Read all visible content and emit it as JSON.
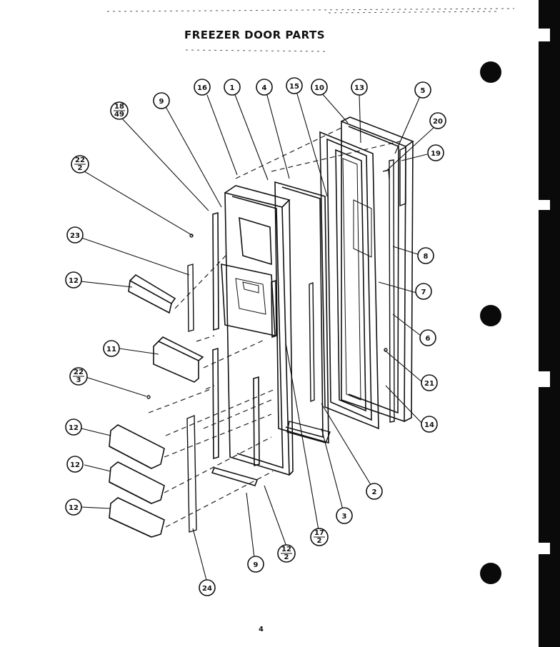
{
  "title": "FREEZER DOOR PARTS",
  "page_number": "4",
  "callouts": [
    {
      "id": "c16",
      "top": "16",
      "bottom": ""
    },
    {
      "id": "c1",
      "top": "1",
      "bottom": ""
    },
    {
      "id": "c4",
      "top": "4",
      "bottom": ""
    },
    {
      "id": "c15",
      "top": "15",
      "bottom": ""
    },
    {
      "id": "c10",
      "top": "10",
      "bottom": ""
    },
    {
      "id": "c13",
      "top": "13",
      "bottom": ""
    },
    {
      "id": "c5",
      "top": "5",
      "bottom": ""
    },
    {
      "id": "c20",
      "top": "20",
      "bottom": ""
    },
    {
      "id": "c19",
      "top": "19",
      "bottom": ""
    },
    {
      "id": "c9a",
      "top": "9",
      "bottom": ""
    },
    {
      "id": "c18",
      "top": "18",
      "bottom": "49"
    },
    {
      "id": "c22a",
      "top": "22",
      "bottom": "2"
    },
    {
      "id": "c23",
      "top": "23",
      "bottom": ""
    },
    {
      "id": "c12a",
      "top": "12",
      "bottom": ""
    },
    {
      "id": "c8",
      "top": "8",
      "bottom": ""
    },
    {
      "id": "c7",
      "top": "7",
      "bottom": ""
    },
    {
      "id": "c6",
      "top": "6",
      "bottom": ""
    },
    {
      "id": "c11",
      "top": "11",
      "bottom": ""
    },
    {
      "id": "c21",
      "top": "21",
      "bottom": ""
    },
    {
      "id": "c22b",
      "top": "22",
      "bottom": "3"
    },
    {
      "id": "c14",
      "top": "14",
      "bottom": ""
    },
    {
      "id": "c12b",
      "top": "12",
      "bottom": ""
    },
    {
      "id": "c12c",
      "top": "12",
      "bottom": ""
    },
    {
      "id": "c12d",
      "top": "12",
      "bottom": ""
    },
    {
      "id": "c2",
      "top": "2",
      "bottom": ""
    },
    {
      "id": "c3",
      "top": "3",
      "bottom": ""
    },
    {
      "id": "c17",
      "top": "17",
      "bottom": "2"
    },
    {
      "id": "c9b",
      "top": "9",
      "bottom": ""
    },
    {
      "id": "c12e",
      "top": "12",
      "bottom": "2"
    },
    {
      "id": "c24",
      "top": "24",
      "bottom": ""
    }
  ]
}
